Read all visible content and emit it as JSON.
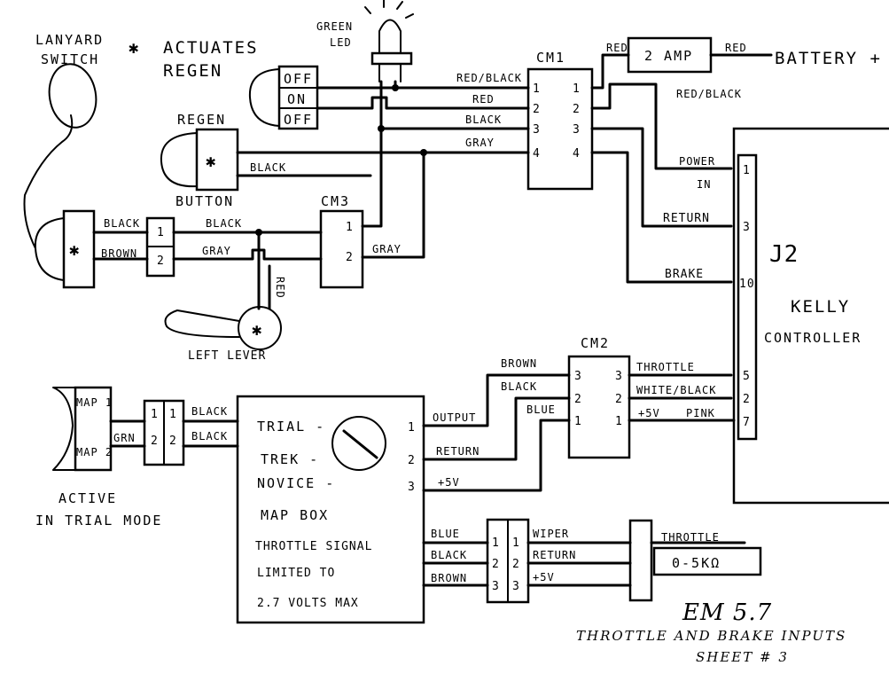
{
  "labels": {
    "lanyard_switch": [
      "LANYARD",
      "SWITCH"
    ],
    "actuates_regen": [
      "ACTUATES",
      "REGEN"
    ],
    "actuates_star": "✱",
    "green_led": [
      "GREEN",
      "LED"
    ],
    "switch_positions": [
      "OFF",
      "ON",
      "OFF"
    ],
    "regen": "REGEN",
    "button": "BUTTON",
    "cm1": "CM1",
    "cm2": "CM2",
    "cm3": "CM3",
    "cm1_pins": [
      "1",
      "2",
      "3",
      "4"
    ],
    "cm2_pins": [
      "3",
      "2",
      "1"
    ],
    "cm3_pins": [
      "1",
      "2"
    ],
    "two_amp": "2 AMP",
    "battery": "BATTERY +",
    "red": "RED",
    "red_black": "RED/BLACK",
    "black": "BLACK",
    "gray": "GRAY",
    "brown": "BROWN",
    "blue": "BLUE",
    "pink": "PINK",
    "power_in": [
      "POWER",
      "IN"
    ],
    "return": "RETURN",
    "brake": "BRAKE",
    "throttle": "THROTTLE",
    "white_black": "WHITE/BLACK",
    "plus_5v": "+5V",
    "output": "OUTPUT",
    "wiper": "WIPER",
    "j2": "J2",
    "kelly": "KELLY",
    "controller": "CONTROLLER",
    "j2_pins": [
      "1",
      "3",
      "10",
      "5",
      "2",
      "7"
    ],
    "left_lever": "LEFT LEVER",
    "map1": "MAP 1",
    "map2": "MAP 2",
    "grn": "GRN",
    "map_pins": [
      "1",
      "2"
    ],
    "active_in_trial": [
      "ACTIVE",
      "IN TRIAL MODE"
    ],
    "trial": "TRIAL -",
    "trek": "TREK -",
    "novice": "NOVICE -",
    "map_box_pins": [
      "1",
      "2",
      "3"
    ],
    "map_box": "MAP BOX",
    "map_box_note": [
      "THROTTLE SIGNAL",
      "LIMITED TO",
      "2.7 VOLTS MAX"
    ],
    "throttle_conn_pins": [
      "1",
      "2",
      "3"
    ],
    "throttle_pot": "THROTTLE",
    "throttle_range": "0-5KΩ",
    "title": "EM 5.7",
    "subtitle": "THROTTLE AND BRAKE INPUTS",
    "sheet": "SHEET # 3"
  }
}
